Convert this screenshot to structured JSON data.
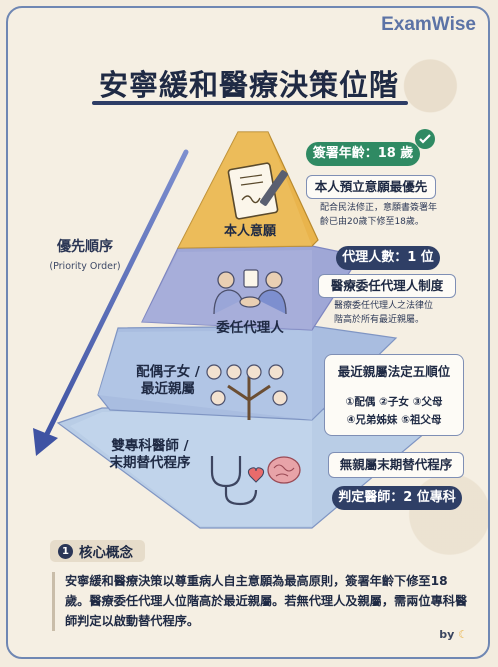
{
  "brand": "ExamWise",
  "title": "安寧緩和醫療決策位階",
  "priority": {
    "label": "優先順序",
    "label_en": "(Priority Order)"
  },
  "tiers": [
    {
      "label": "本人意願",
      "pill": "簽署年齡：18 歲",
      "box": "本人預立意願最優先",
      "note_lines": [
        "配合民法修正，意願書簽署年",
        "齡已由20歲下修至18歲。"
      ],
      "icon": "document-pen-icon"
    },
    {
      "label": "委任代理人",
      "pill": "代理人數：1 位",
      "box": "醫療委任代理人制度",
      "note_lines": [
        "醫療委任代理人之法律位",
        "階高於所有最近親屬。"
      ],
      "icon": "handshake-icon"
    },
    {
      "label_lines": [
        "配偶子女 /",
        "最近親屬"
      ],
      "box": "最近親屬法定五順位",
      "order_lines": [
        "①配偶  ②子女  ③父母",
        "④兄弟姊妹  ⑤祖父母"
      ],
      "icon": "family-tree-icon"
    },
    {
      "label_lines": [
        "雙專科醫師 /",
        "末期替代程序"
      ],
      "box": "無親屬末期替代程序",
      "pill": "判定醫師：2 位專科",
      "icon": "stethoscope-brain-icon"
    }
  ],
  "summary": {
    "number": "1",
    "heading": "核心概念",
    "text": "安寧緩和醫療決策以尊重病人自主意願為最高原則，簽署年齡下修至18歲。醫療委任代理人位階高於最近親屬。若無代理人及親屬，需兩位專科醫師判定以啟動替代程序。"
  },
  "byline": "by",
  "colors": {
    "accent": "#5c73a6",
    "pill_green": "#2f8a63",
    "pill_navy": "#2f3f66",
    "tier1": "#e9b44c",
    "tier2": "#9fa7d6",
    "tier3": "#a9bde0",
    "tier4": "#b9cde6"
  }
}
